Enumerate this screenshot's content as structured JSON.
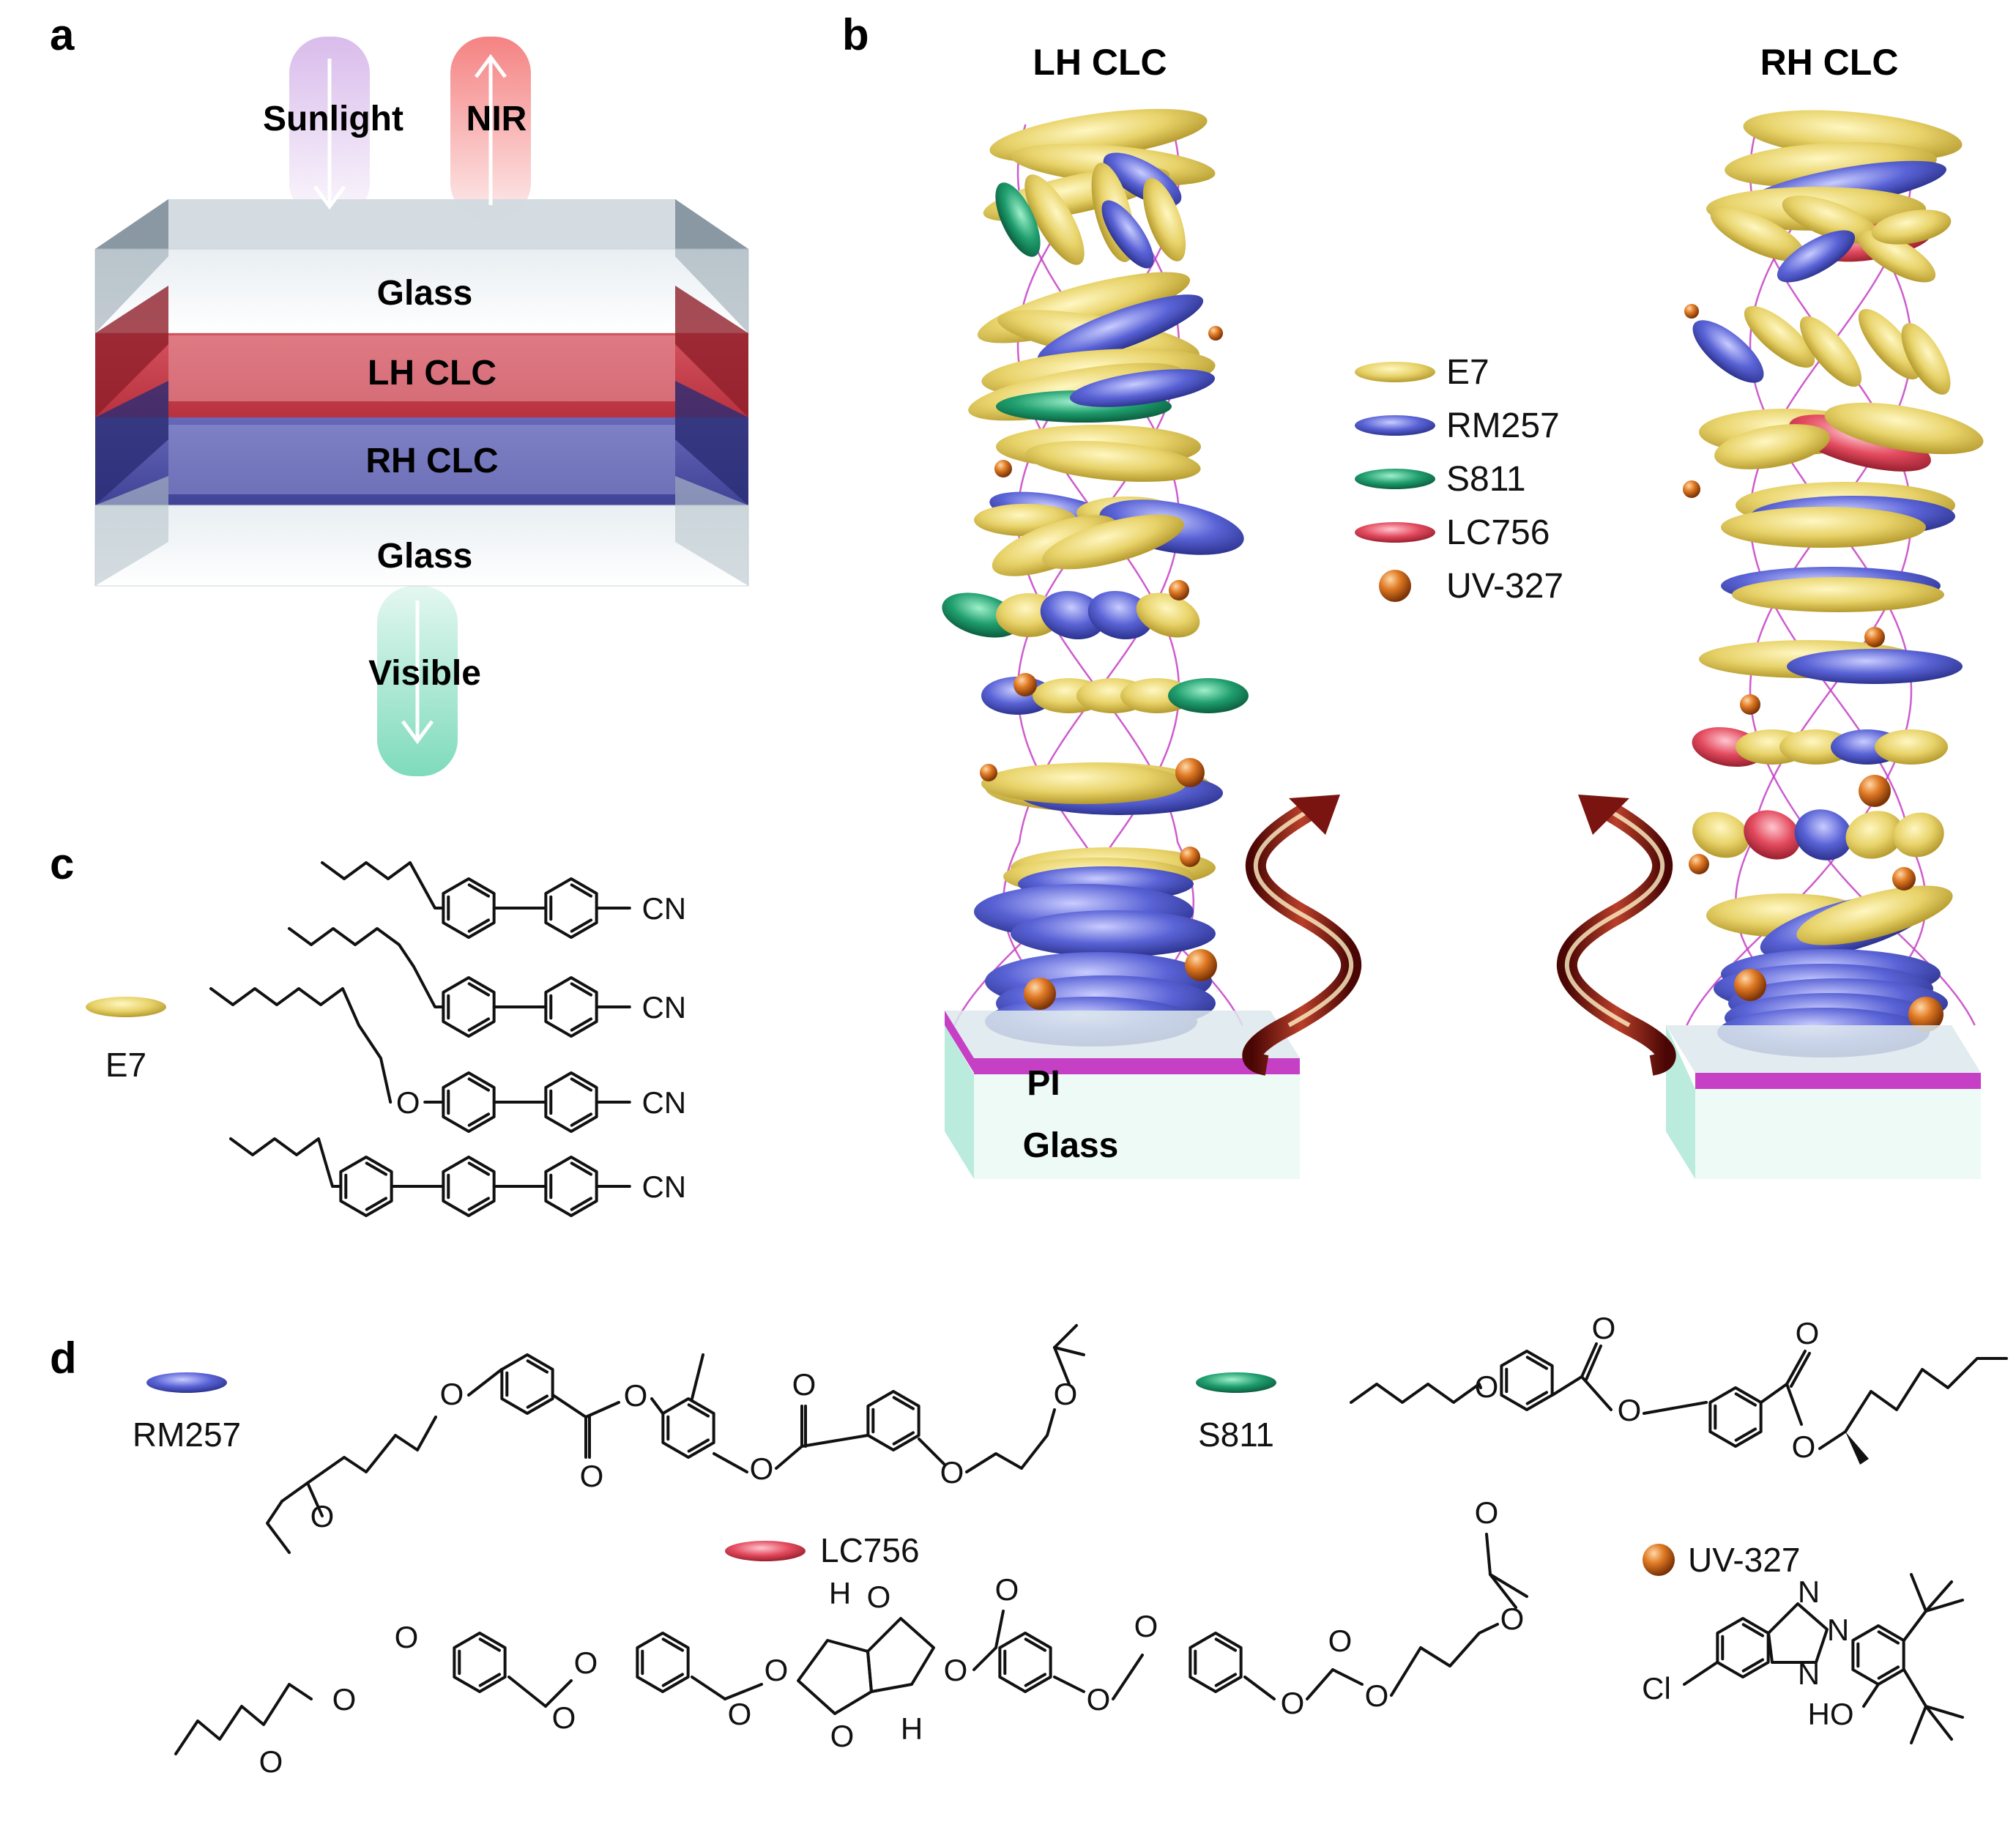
{
  "panel_labels": {
    "a": "a",
    "b": "b",
    "c": "c",
    "d": "d"
  },
  "panel_a": {
    "sunlight": "Sunlight",
    "nir": "NIR",
    "layers": [
      "Glass",
      "LH CLC",
      "RH CLC",
      "Glass"
    ],
    "visible": "Visible"
  },
  "panel_b": {
    "left_title": "LH CLC",
    "right_title": "RH CLC",
    "substrate_pi": "PI",
    "substrate_glass": "Glass",
    "legend": [
      {
        "label": "E7",
        "color": "#e8d36a"
      },
      {
        "label": "RM257",
        "color": "#5a63d6"
      },
      {
        "label": "S811",
        "color": "#1f9e6e"
      },
      {
        "label": "LC756",
        "color": "#e34a5e"
      },
      {
        "label": "UV-327",
        "color": "#d9701e"
      }
    ]
  },
  "panel_c": {
    "mesogen_label": "E7",
    "group": "CN",
    "oxygen": "O"
  },
  "panel_d": {
    "rm257": "RM257",
    "s811": "S811",
    "lc756": "LC756",
    "uv327": "UV-327",
    "atoms": {
      "O": "O",
      "H": "H",
      "N": "N",
      "Cl": "Cl",
      "HO": "HO"
    }
  },
  "colors": {
    "e7": "#e8d36a",
    "rm257": "#5a63d6",
    "s811": "#1f9e6e",
    "lc756": "#e34a5e",
    "uv327": "#d9701e",
    "pi": "#c640c6",
    "helix": "#7a1410"
  }
}
